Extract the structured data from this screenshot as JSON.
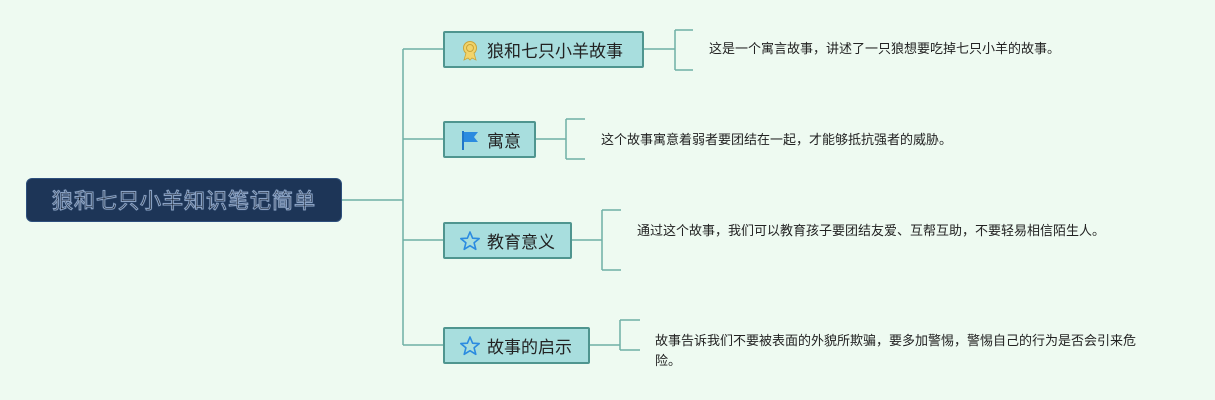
{
  "root": {
    "label": "狼和七只小羊知识笔记简单"
  },
  "topics": [
    {
      "label": "狼和七只小羊故事",
      "icon": "medal-icon",
      "note": "这是一个寓言故事，讲述了一只狼想要吃掉七只小羊的故事。"
    },
    {
      "label": "寓意",
      "icon": "flag-icon",
      "note": "这个故事寓意着弱者要团结在一起，才能够抵抗强者的威胁。"
    },
    {
      "label": "教育意义",
      "icon": "star-icon",
      "note": "通过这个故事，我们可以教育孩子要团结友爱、互帮互助，不要轻易相信陌生人。"
    },
    {
      "label": "故事的启示",
      "icon": "star-icon",
      "note": "故事告诉我们不要被表面的外貌所欺骗，要多加警惕，警惕自己的行为是否会引来危险。"
    }
  ],
  "colors": {
    "background": "#eefaf1",
    "root_fill": "#1d3557",
    "topic_fill": "#a8dede",
    "topic_border": "#4f958f",
    "connector": "#6fb0a6"
  }
}
